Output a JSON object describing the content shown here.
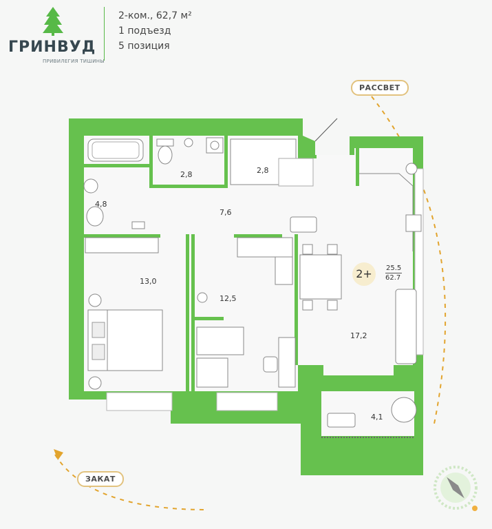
{
  "brand": {
    "name": "ГРИНВУД",
    "tagline": "ПРИВИЛЕГИЯ ТИШИНЫ"
  },
  "apartment": {
    "line1": "2-ком., 62,7 м²",
    "line2": "1 подъезд",
    "line3": "5 позиция"
  },
  "directions": {
    "sunrise": "РАССВЕТ",
    "sunset": "ЗАКАТ"
  },
  "rooms": {
    "bathroom": "4,8",
    "toilet": "2,8",
    "storage": "2,8",
    "hall": "7,6",
    "bedroom": "13,0",
    "room": "12,5",
    "kitchen_living": "17,2",
    "balcony": "4,1"
  },
  "badge": {
    "label": "2+",
    "living": "25.5",
    "total": "62.7"
  },
  "colors": {
    "wall": "#66c14e",
    "accent": "#e2a42d",
    "floor": "#f8f8f8"
  }
}
